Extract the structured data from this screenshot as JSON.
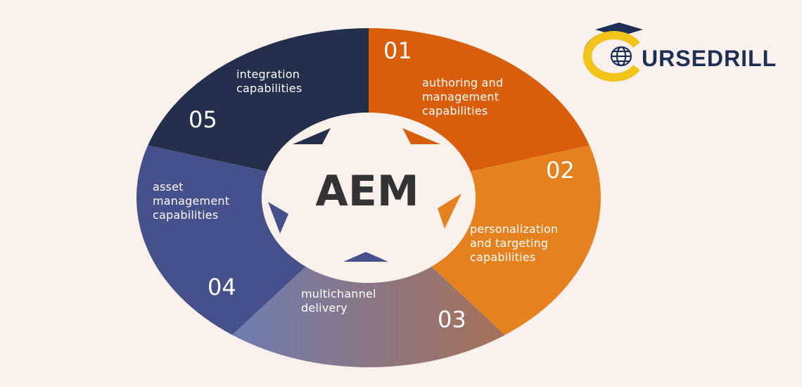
{
  "center_label": "AEM",
  "colors": {
    "seg1": "#d95e0b",
    "seg2": "#e5821f",
    "seg3_start": "#6e7db3",
    "seg3_end": "#a77158",
    "seg4": "#46518c",
    "seg5": "#24304b",
    "bg": "#faf1ec",
    "logo_navy": "#1d2f55",
    "logo_yellow": "#f2c318"
  },
  "segments": [
    {
      "number": "01",
      "label_lines": [
        "authoring and",
        "management",
        "capabilities"
      ]
    },
    {
      "number": "02",
      "label_lines": [
        "personalization",
        "and targeting",
        "capabilities"
      ]
    },
    {
      "number": "03",
      "label_lines": [
        "multichannel",
        "delivery"
      ]
    },
    {
      "number": "04",
      "label_lines": [
        "asset",
        "management",
        "capabilities"
      ]
    },
    {
      "number": "05",
      "label_lines": [
        "integration",
        "capabilities"
      ]
    }
  ],
  "logo": {
    "text": "URSEDRILL",
    "brand": "COURSEDRILL"
  }
}
